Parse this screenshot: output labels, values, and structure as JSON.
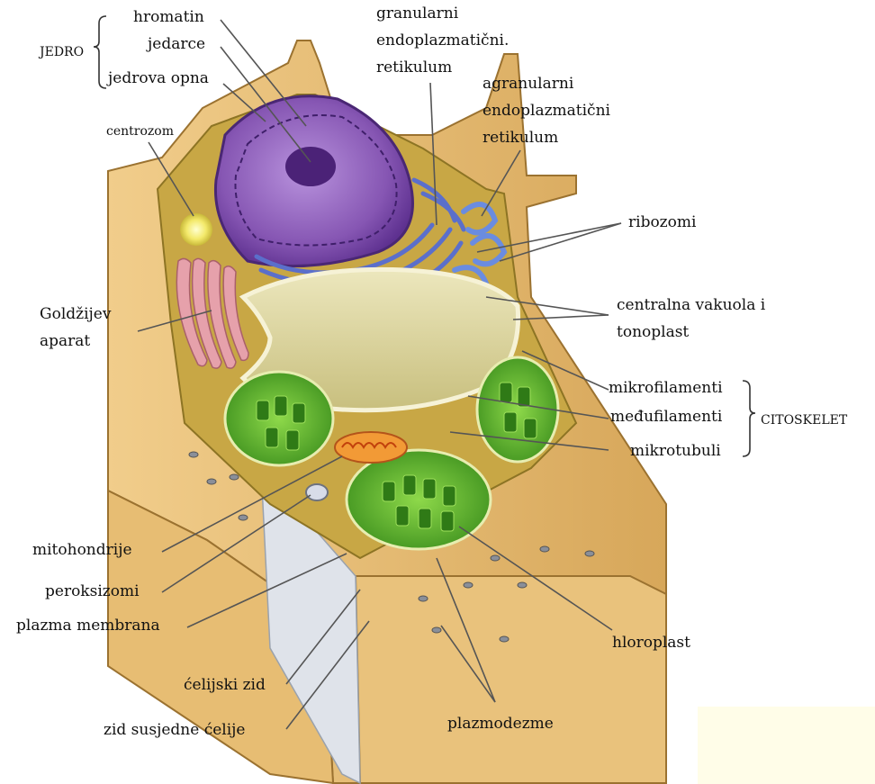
{
  "labels": {
    "hromatin": "hromatin",
    "jedarce": "jedarce",
    "jedrova_opna": "jedrova opna",
    "jedro": "JEDRO",
    "centrozom": "centrozom",
    "granularni_1": "granularni",
    "granularni_2": "endoplazmatični.",
    "granularni_3": "retikulum",
    "agranularni_1": "agranularni",
    "agranularni_2": "endoplazmatični",
    "agranularni_3": "retikulum",
    "ribozomi": "ribozomi",
    "goldzijev_1": "Goldžijev",
    "goldzijev_2": "aparat",
    "vakuola_1": "centralna vakuola i",
    "vakuola_2": "tonoplast",
    "mikrofilamenti": "mikrofilamenti",
    "medufilamenti": "međufilamenti",
    "mikrotubuli": "mikrotubuli",
    "citoskelet": "CITOSKELET",
    "mitohondrije": "mitohondrije",
    "peroksizomi": "peroksizomi",
    "plazma_membrana": "plazma membrana",
    "hloroplast": "hloroplast",
    "celijski_zid": "ćelijski zid",
    "zid_susjedne": "zid susjedne ćelije",
    "plazmodezme": "plazmodezme"
  },
  "colors": {
    "wall": "#e2b56b",
    "wall_dark": "#b98a3f",
    "cytoplasm": "#c9a845",
    "nucleus": "#7a4aa5",
    "nucleus_light": "#a87fd0",
    "er": "#6c7fd6",
    "vacuole": "#d9d39a",
    "chloroplast": "#3f9a1e",
    "chloroplast_light": "#7dcf3a",
    "golgi": "#d88f9a",
    "mito": "#e8892a",
    "centrosome": "#f4ee6a"
  }
}
